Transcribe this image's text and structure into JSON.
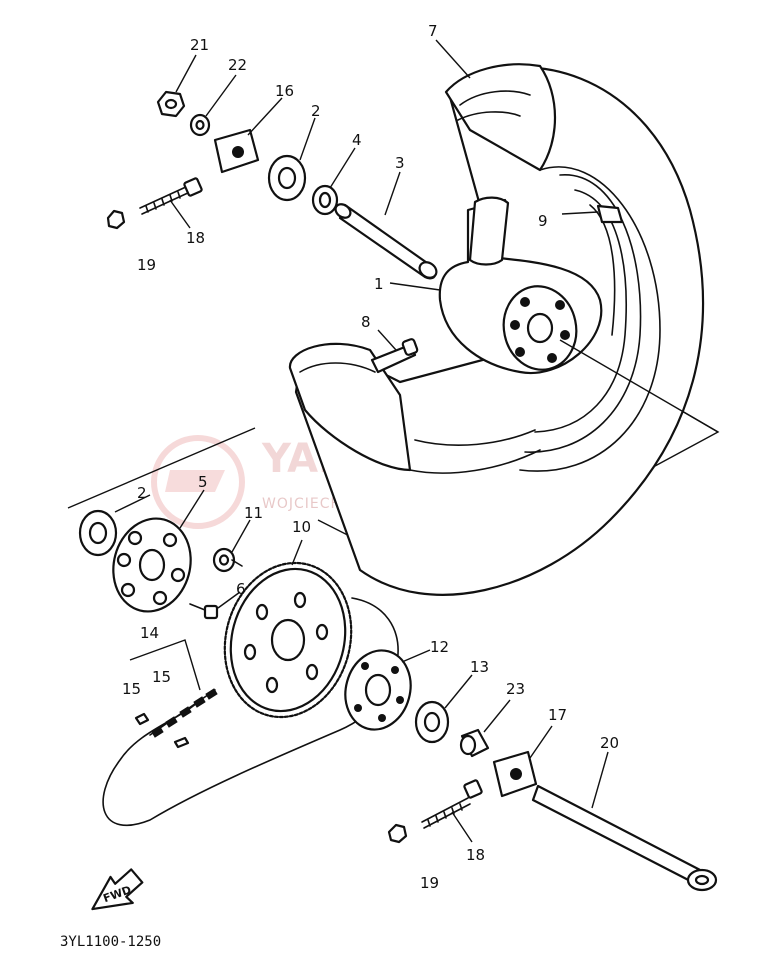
{
  "watermark": {
    "brand": "YAMA-SKLEP.PL",
    "subtitle": "WOJCIECHOWICZ MEATI.DEF YAMAHA"
  },
  "fwd_label": "FWD",
  "diagram_code": "3YL1100-1250",
  "callouts": [
    {
      "id": "c21",
      "text": "21"
    },
    {
      "id": "c22",
      "text": "22"
    },
    {
      "id": "c16",
      "text": "16"
    },
    {
      "id": "c2a",
      "text": "2"
    },
    {
      "id": "c4",
      "text": "4"
    },
    {
      "id": "c3",
      "text": "3"
    },
    {
      "id": "c7",
      "text": "7"
    },
    {
      "id": "c9",
      "text": "9"
    },
    {
      "id": "c1",
      "text": "1"
    },
    {
      "id": "c18a",
      "text": "18"
    },
    {
      "id": "c19a",
      "text": "19"
    },
    {
      "id": "c8",
      "text": "8"
    },
    {
      "id": "c2b",
      "text": "2"
    },
    {
      "id": "c5",
      "text": "5"
    },
    {
      "id": "c11",
      "text": "11"
    },
    {
      "id": "c10",
      "text": "10"
    },
    {
      "id": "c6",
      "text": "6"
    },
    {
      "id": "c14",
      "text": "14"
    },
    {
      "id": "c15a",
      "text": "15"
    },
    {
      "id": "c15b",
      "text": "15"
    },
    {
      "id": "c12",
      "text": "12"
    },
    {
      "id": "c13",
      "text": "13"
    },
    {
      "id": "c23",
      "text": "23"
    },
    {
      "id": "c17",
      "text": "17"
    },
    {
      "id": "c20",
      "text": "20"
    },
    {
      "id": "c18b",
      "text": "18"
    },
    {
      "id": "c19b",
      "text": "19"
    }
  ]
}
